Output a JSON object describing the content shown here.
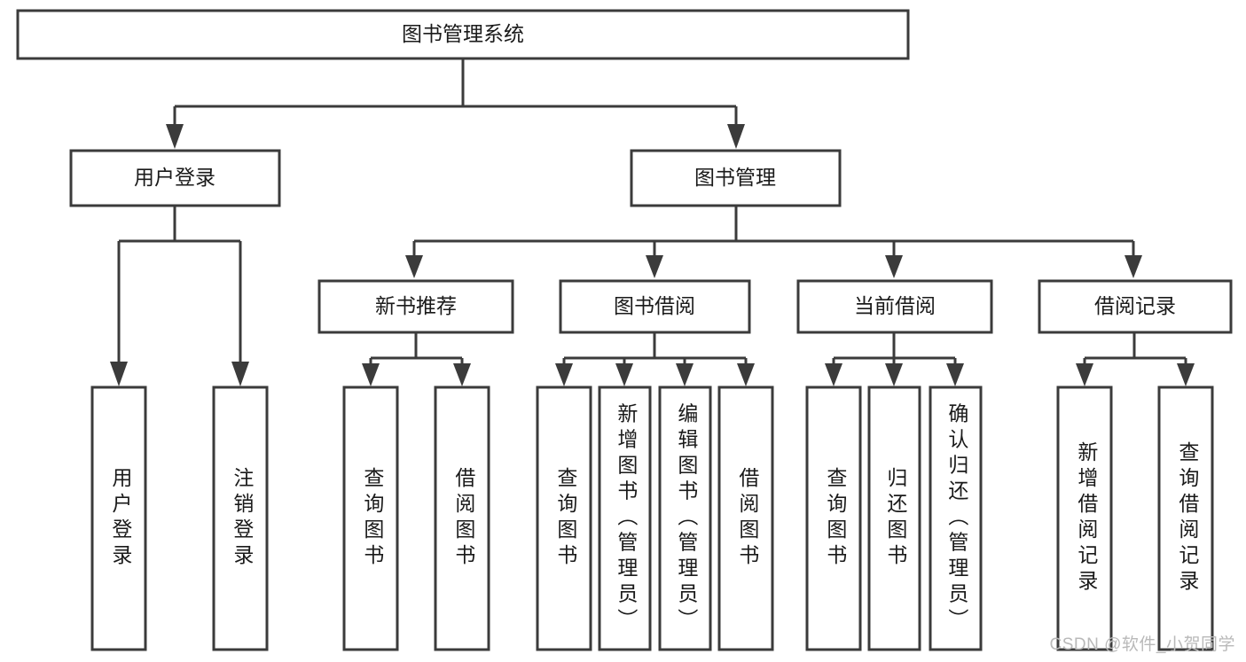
{
  "diagram": {
    "title": "图书管理系统",
    "type": "hierarchy-tree",
    "orientation": "top-down",
    "style": {
      "box_fill": "#ffffff",
      "box_stroke": "#3b3b3b",
      "connector_color": "#3b3b3b",
      "text_color": "#1a1a1a",
      "background": "#ffffff",
      "watermark_color": "#b9b9b9"
    },
    "levels": [
      {
        "level": 0,
        "nodes": [
          {
            "id": "root",
            "label": "图书管理系统",
            "orientation": "horizontal"
          }
        ]
      },
      {
        "level": 1,
        "nodes": [
          {
            "id": "login",
            "label": "用户登录",
            "orientation": "horizontal",
            "parent": "root"
          },
          {
            "id": "bookmgmt",
            "label": "图书管理",
            "orientation": "horizontal",
            "parent": "root"
          }
        ]
      },
      {
        "level": 2,
        "nodes": [
          {
            "id": "newbook",
            "label": "新书推荐",
            "orientation": "horizontal",
            "parent": "bookmgmt"
          },
          {
            "id": "borrow",
            "label": "图书借阅",
            "orientation": "horizontal",
            "parent": "bookmgmt"
          },
          {
            "id": "current",
            "label": "当前借阅",
            "orientation": "horizontal",
            "parent": "bookmgmt"
          },
          {
            "id": "records",
            "label": "借阅记录",
            "orientation": "horizontal",
            "parent": "bookmgmt"
          }
        ]
      },
      {
        "level": 3,
        "nodes": [
          {
            "id": "leaf-user-login",
            "label": "用户登录",
            "orientation": "vertical",
            "parent": "login"
          },
          {
            "id": "leaf-user-logout",
            "label": "注销登录",
            "orientation": "vertical",
            "parent": "login"
          },
          {
            "id": "leaf-newbook-query",
            "label": "查询图书",
            "orientation": "vertical",
            "parent": "newbook"
          },
          {
            "id": "leaf-newbook-borrow",
            "label": "借阅图书",
            "orientation": "vertical",
            "parent": "newbook"
          },
          {
            "id": "leaf-borrow-query",
            "label": "查询图书",
            "orientation": "vertical",
            "parent": "borrow"
          },
          {
            "id": "leaf-borrow-add",
            "label": "新增图书（管理员）",
            "orientation": "vertical",
            "parent": "borrow"
          },
          {
            "id": "leaf-borrow-edit",
            "label": "编辑图书（管理员）",
            "orientation": "vertical",
            "parent": "borrow"
          },
          {
            "id": "leaf-borrow-lend",
            "label": "借阅图书",
            "orientation": "vertical",
            "parent": "borrow"
          },
          {
            "id": "leaf-current-query",
            "label": "查询图书",
            "orientation": "vertical",
            "parent": "current"
          },
          {
            "id": "leaf-current-return",
            "label": "归还图书",
            "orientation": "vertical",
            "parent": "current"
          },
          {
            "id": "leaf-current-confirm",
            "label": "确认归还（管理员）",
            "orientation": "vertical",
            "parent": "current"
          },
          {
            "id": "leaf-records-add",
            "label": "新增借阅记录",
            "orientation": "vertical",
            "parent": "records"
          },
          {
            "id": "leaf-records-query",
            "label": "查询借阅记录",
            "orientation": "vertical",
            "parent": "records"
          }
        ]
      }
    ],
    "watermark": "CSDN @软件_小贺同学"
  }
}
